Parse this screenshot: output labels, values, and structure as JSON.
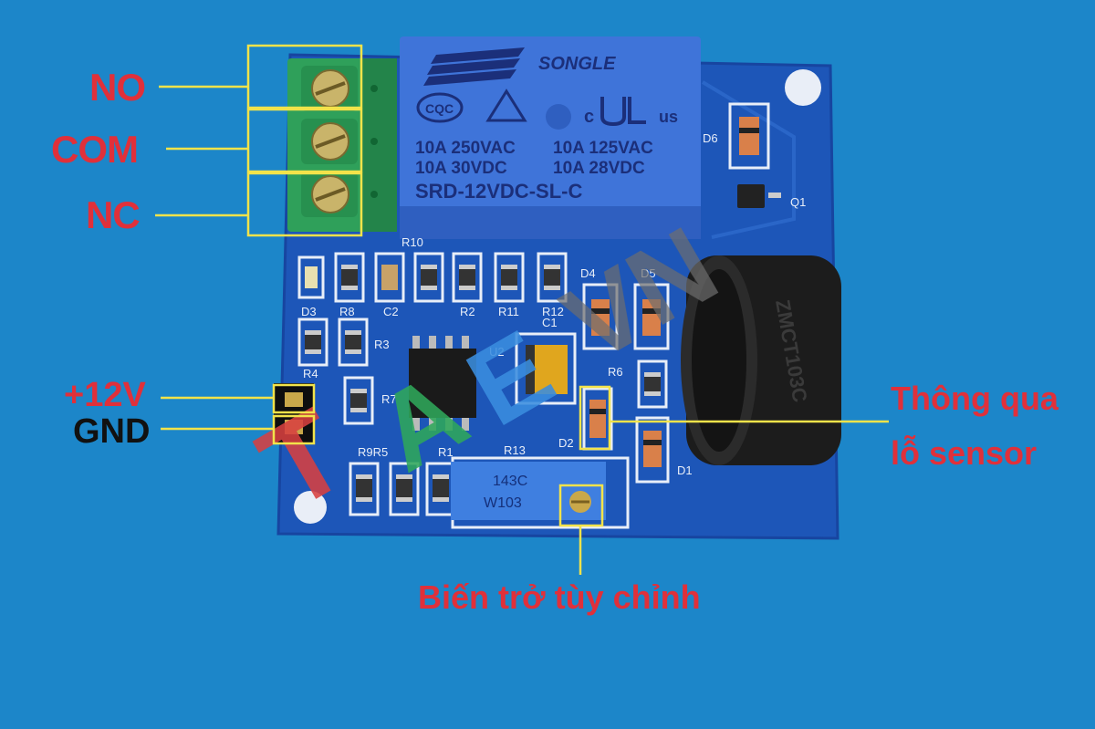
{
  "labels": {
    "no": "NO",
    "com": "COM",
    "nc": "NC",
    "v12": "+12V",
    "gnd": "GND",
    "hole_line1": "Thông qua",
    "hole_line2": "lỗ sensor",
    "pot": "Biến trở tùy chỉnh"
  },
  "relay": {
    "brand": "SONGLE",
    "cert1": "CQC",
    "cert2": "c",
    "cert3": "us",
    "rating_1a": "10A 250VAC",
    "rating_1b": "10A 125VAC",
    "rating_2a": "10A 30VDC",
    "rating_2b": "10A 28VDC",
    "model": "SRD-12VDC-SL-C"
  },
  "silkscreen": {
    "r10": "R10",
    "d3": "D3",
    "r8": "R8",
    "c2": "C2",
    "r2": "R2",
    "r11": "R11",
    "r12": "R12",
    "d4": "D4",
    "d5": "D5",
    "c1": "C1",
    "r3": "R3",
    "u2": "U2",
    "r4": "R4",
    "r6": "R6",
    "r7": "R7",
    "d2": "D2",
    "d1": "D1",
    "r9r5": "R9R5",
    "r1": "R1",
    "r13": "R13",
    "d6": "D6",
    "q1": "Q1"
  },
  "pot_marking": {
    "line1": "143C",
    "line2": "W103"
  },
  "sensor_marking": "ZMCT103C",
  "watermark": {
    "t": "T",
    "a": "A",
    "e": "E",
    "vn": "VN"
  },
  "colors": {
    "background": "#1c86c9",
    "pcb": "#1d56b8",
    "label_red": "#e0303a",
    "callout_yellow": "#f2e34a",
    "terminal_green": "#2fa05a",
    "relay_blue": "#3f74d9"
  }
}
